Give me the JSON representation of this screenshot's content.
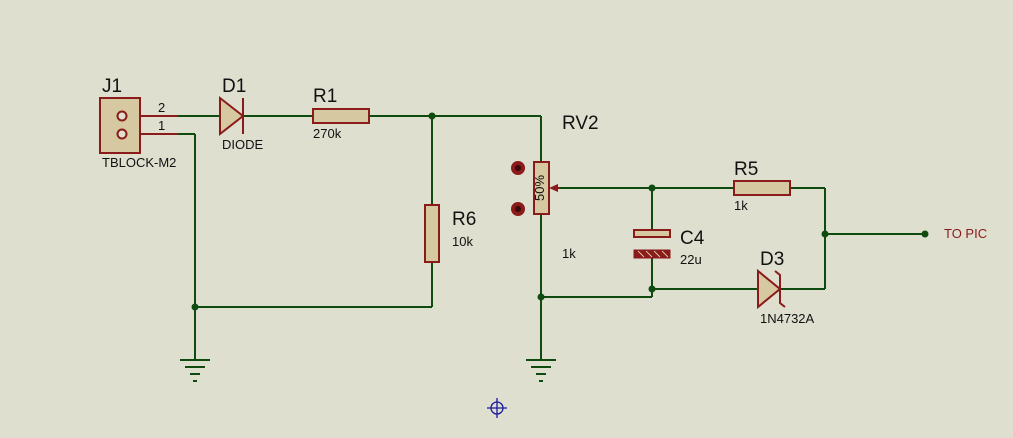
{
  "schematic": {
    "j1": {
      "ref": "J1",
      "value": "TBLOCK-M2",
      "pin2": "2",
      "pin1": "1"
    },
    "d1": {
      "ref": "D1",
      "value": "DIODE"
    },
    "r1": {
      "ref": "R1",
      "value": "270k"
    },
    "r6": {
      "ref": "R6",
      "value": "10k"
    },
    "rv2": {
      "ref": "RV2",
      "value": "1k",
      "wiper": "50%"
    },
    "c4": {
      "ref": "C4",
      "value": "22u"
    },
    "r5": {
      "ref": "R5",
      "value": "1k"
    },
    "d3": {
      "ref": "D3",
      "value": "1N4732A"
    },
    "output": {
      "label": "TO PIC"
    }
  },
  "colors": {
    "background": "#dfdfd0",
    "wire": "#0f4a0f",
    "component": "#8b1a1a",
    "component_fill": "#d6c8a0",
    "output_label": "#8b1a1a",
    "origin_marker": "#1a1aa0"
  }
}
